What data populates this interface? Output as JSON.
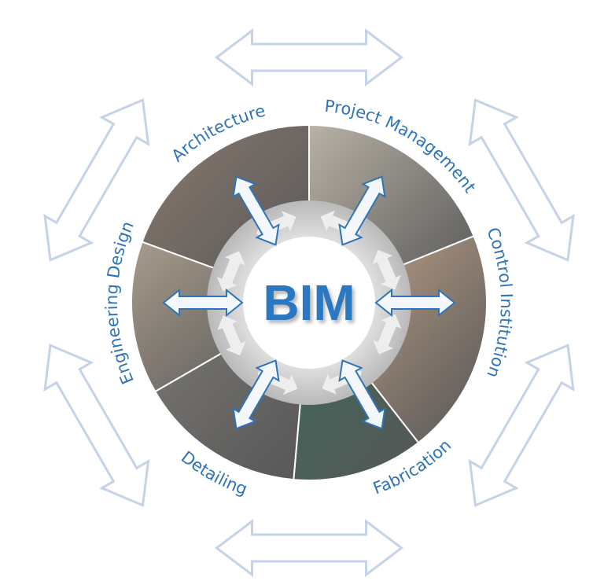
{
  "center_label": "BIM",
  "segments": [
    {
      "label": "Architecture",
      "color": "#8a7b70"
    },
    {
      "label": "Project Management",
      "color": "#b9b3a6"
    },
    {
      "label": "Control Institution",
      "color": "#c9a98e"
    },
    {
      "label": "Fabrication",
      "color": "#3f6a5a"
    },
    {
      "label": "Detailing",
      "color": "#7d7a76"
    },
    {
      "label": "Engineering Design",
      "color": "#a89c8c"
    }
  ],
  "colors": {
    "label": "#2f74b8",
    "outer_arrow": "#c5d3e8",
    "ring": "#c9c9c9",
    "arrow_outline": "#2f74b8"
  }
}
